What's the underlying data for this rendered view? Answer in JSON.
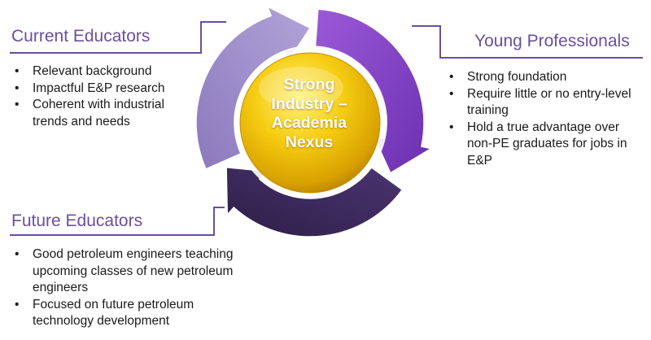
{
  "hub": {
    "label": "Strong\nIndustry –\nAcademia\nNexus"
  },
  "current_educators": {
    "title": "Current Educators",
    "items": [
      "Relevant background",
      "Impactful E&P research",
      "Coherent with industrial trends and needs"
    ]
  },
  "young_professionals": {
    "title": "Young Professionals",
    "items": [
      "Strong foundation",
      "Require little or no entry-level training",
      "Hold a true advantage over non-PE graduates for jobs in E&P"
    ]
  },
  "future_educators": {
    "title": "Future Educators",
    "items": [
      "Good petroleum engineers teaching upcoming classes of new petroleum engineers",
      "Focused on future petroleum technology development"
    ]
  },
  "colors": {
    "heading": "#6b4f9e",
    "arrow_light": "#9d8cc9",
    "arrow_bright": "#7d3cc4",
    "arrow_dark": "#3d2a5c",
    "hub_gold": "#f2c200"
  }
}
